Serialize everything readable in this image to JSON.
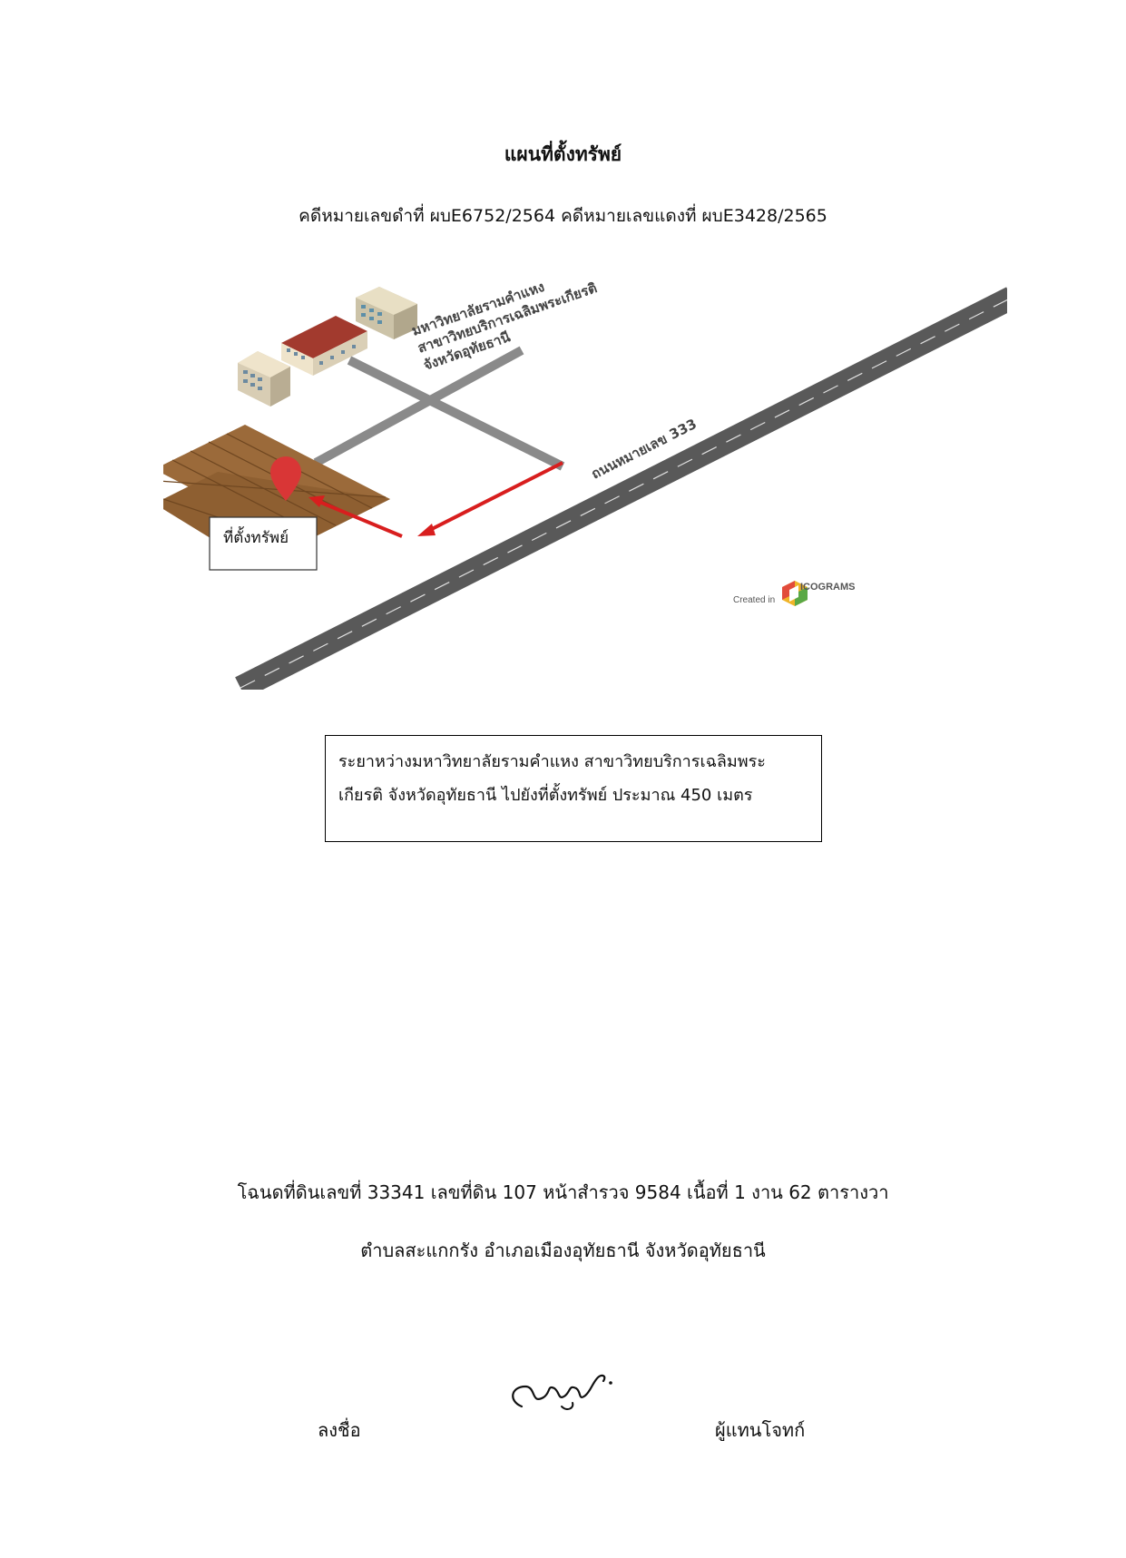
{
  "document": {
    "title": "แผนที่ตั้งทรัพย์",
    "case_numbers": "คดีหมายเลขดำที่ ผบE6752/2564 คดีหมายเลขแดงที่ ผบE3428/2565"
  },
  "map": {
    "university_label_lines": [
      "มหาวิทยาลัยรามคำแหง",
      "สาขาวิทยบริการเฉลิมพระเกียรติ",
      "จังหวัดอุทัยธานี"
    ],
    "road_label": "ถนนหมายเลข 333",
    "property_label": "ที่ตั้งทรัพย์",
    "watermark_created": "Created in",
    "watermark_brand": "ICOGRAMS",
    "colors": {
      "road": "#595959",
      "road_marking": "#e0e0e0",
      "side_road": "#8a8a8a",
      "field": "#9b6a3a",
      "arrow": "#d81e1e",
      "pin": "#d93636"
    },
    "icons": [
      "building-icon",
      "location-pin-icon",
      "arrow-icon",
      "icograms-logo-icon"
    ]
  },
  "info_box": {
    "line1": "ระยาหว่างมหาวิทยาลัยรามคำแหง สาขาวิทยบริการเฉลิมพระ",
    "line2": "เกียรติ จังหวัดอุทัยธานี ไปยังที่ตั้งทรัพย์ ประมาณ 450 เมตร"
  },
  "land": {
    "deed_line": "โฉนดที่ดินเลขที่ 33341 เลขที่ดิน 107 หน้าสำรวจ 9584 เนื้อที่ 1 งาน 62 ตารางวา",
    "address_line": "ตำบลสะแกกรัง อำเภอเมืองอุทัยธานี จังหวัดอุทัยธานี"
  },
  "signature_block": {
    "sign_label": "ลงชื่อ",
    "role_label": "ผู้แทนโจทก์"
  }
}
